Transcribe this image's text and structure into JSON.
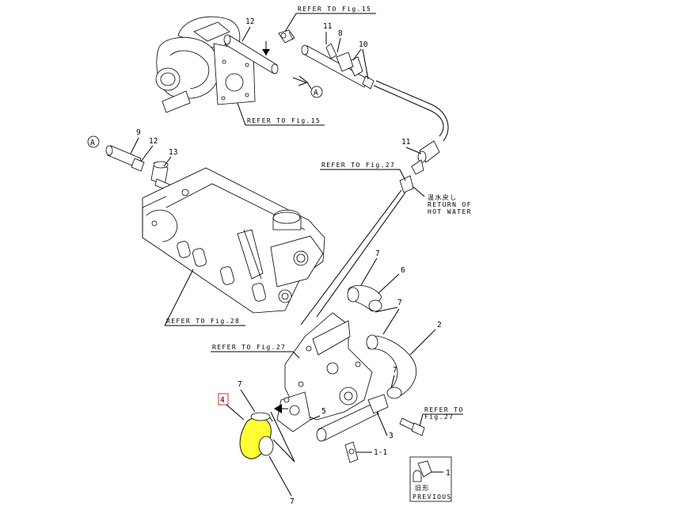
{
  "refs": {
    "fig15_top": "REFER TO Fig.15",
    "fig15_mid": "REFER TO Fig.15",
    "fig27_a": "REFER TO Fig.27",
    "fig28": "REFER TO Fig.28",
    "fig27_b": "REFER TO Fig.27",
    "fig27_c_line1": "REFER TO",
    "fig27_c_line2": "Fig.27"
  },
  "return_label": {
    "jp": "温水戻し",
    "en1": "RETURN OF",
    "en2": "HOT WATER"
  },
  "callouts": {
    "c12_top": "12",
    "c11_top": "11",
    "c8": "8",
    "c10": "10",
    "c9": "9",
    "c12_left": "12",
    "c13": "13",
    "c11_mid": "11",
    "c7_a": "7",
    "c6": "6",
    "c7_b": "7",
    "c2": "2",
    "c7_c": "7",
    "c7_d": "7",
    "c4": "4",
    "c5": "5",
    "c3": "3",
    "c1_1": "1-1",
    "c7_e": "7",
    "c1": "1"
  },
  "markers": {
    "a_right": "A",
    "a_left": "A"
  },
  "previous_box": {
    "jp": "旧形",
    "en": "PREVIOUS"
  },
  "colors": {
    "highlight_fill": "#ffff33",
    "highlight_box": "#e0302a"
  }
}
